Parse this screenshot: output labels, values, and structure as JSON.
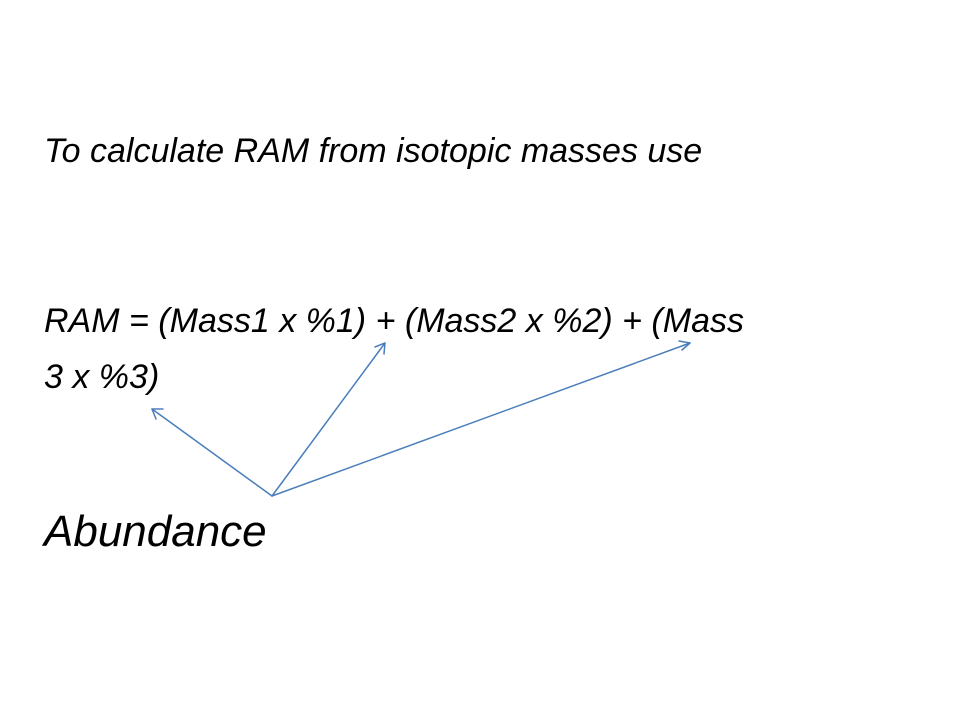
{
  "slide": {
    "intro_text": "To calculate RAM from isotopic masses use",
    "formula_line_1": "RAM = (Mass1 x %1) + (Mass2 x %2) + (Mass",
    "formula_line_2": "3 x %3)",
    "label": "Abundance"
  },
  "colors": {
    "background": "#ffffff",
    "text": "#000000",
    "arrow": "#4a7ebb"
  }
}
